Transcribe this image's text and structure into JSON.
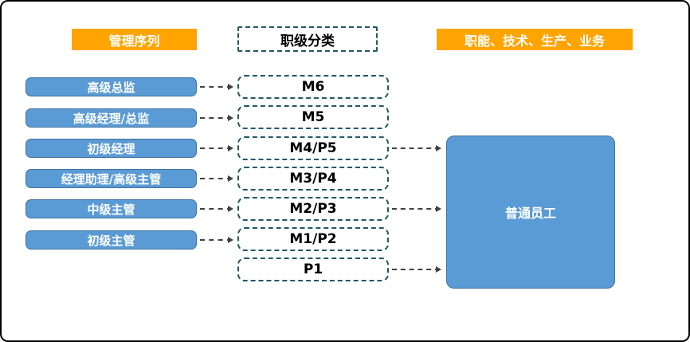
{
  "headers": {
    "management": "管理序列",
    "grade": "职级分类",
    "tracks": "职能、技术、生产、业务"
  },
  "management_levels": [
    "高级总监",
    "高级经理/总监",
    "初级经理",
    "经理助理/高级主管",
    "中级主管",
    "初级主管"
  ],
  "grade_levels": [
    "M6",
    "M5",
    "M4/P5",
    "M3/P4",
    "M2/P3",
    "M1/P2",
    "P1"
  ],
  "employee_box": {
    "label": "普通员工"
  },
  "colors": {
    "header_orange": "#FFA400",
    "box_blue": "#5B9BD5",
    "box_blue_border": "#41719C",
    "dashed_border": "#215868",
    "arrow": "#404040"
  }
}
